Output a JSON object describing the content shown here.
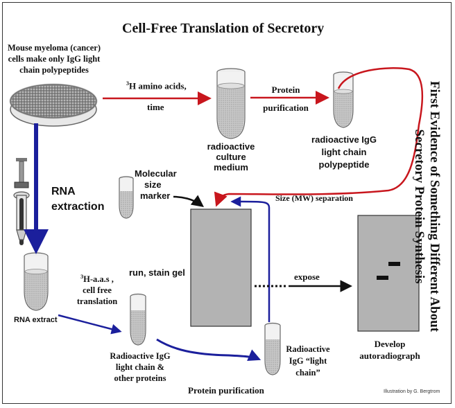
{
  "title": "Cell-Free Translation of Secretory",
  "side_title": {
    "line1": "First Evidence of Something Different About",
    "line2": "Secretory Protein Synthesis"
  },
  "labels": {
    "myeloma": [
      "Mouse myeloma (cancer)",
      "cells make only IgG light",
      "chain polypeptides"
    ],
    "h3_amino_pre": "3",
    "h3_amino": "H amino acids,",
    "h3_time": "time",
    "protein_purif_top": [
      "Protein",
      "purification"
    ],
    "culture_medium": [
      "radioactive",
      "culture",
      "medium"
    ],
    "light_chain_poly": [
      "radioactive IgG",
      "light chain",
      "polypeptide"
    ],
    "rna_extraction": [
      "RNA",
      "extraction"
    ],
    "mw_marker": [
      "Molecular",
      "size",
      "marker"
    ],
    "size_separation": "Size (MW) separation",
    "run_stain": "run, stain gel",
    "expose": "expose",
    "h3_aas_pre": "3",
    "h3_aas": "H-a.a.s ,",
    "cell_free": [
      "cell free",
      "translation"
    ],
    "rna_extract": "RNA extract",
    "radioactive_igg_other": [
      "Radioactive IgG",
      "light chain &",
      "other proteins"
    ],
    "radioactive_igg_light": [
      "Radioactive",
      "IgG “light",
      "chain”"
    ],
    "protein_purif_bottom": "Protein purification",
    "develop": [
      "Develop",
      "autoradiograph"
    ],
    "credit": "Illustration by G. Bergtrom"
  },
  "colors": {
    "red_arrow": "#c8161d",
    "blue_arrow": "#1b1f9c",
    "gel_fill": "#b3b3b3",
    "tube_fill": "#bdbdbd"
  }
}
